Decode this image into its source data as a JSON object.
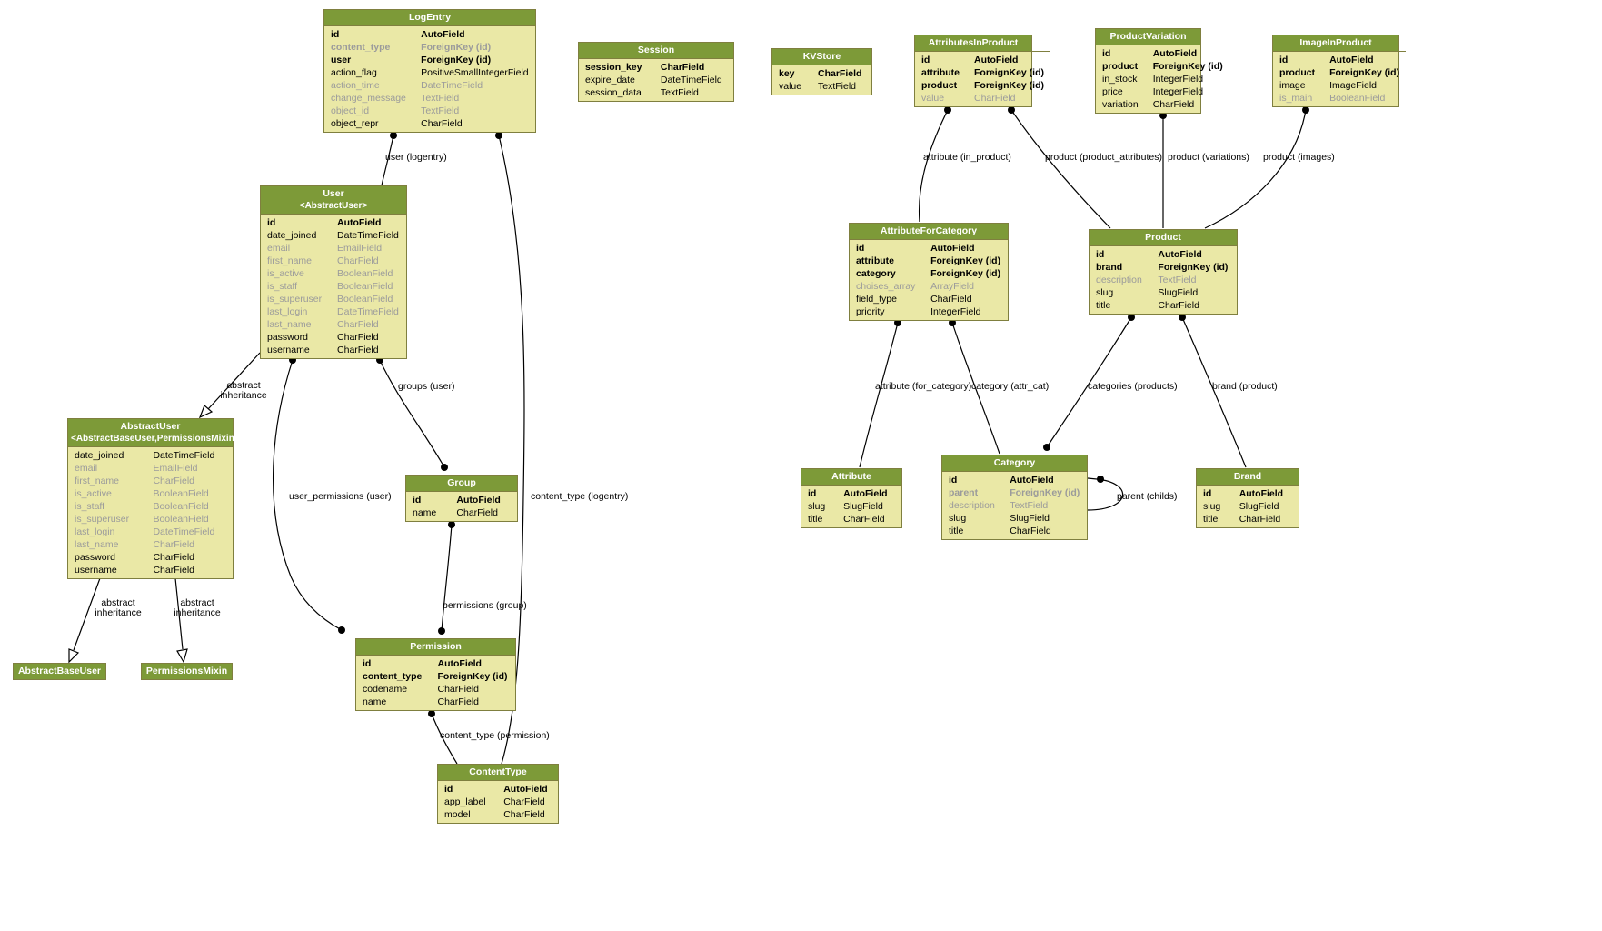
{
  "diagram": {
    "colors": {
      "header_bg": "#7d9a38",
      "body_bg": "#eae8a6",
      "border": "#7f7f3f",
      "muted_text": "#9b9b9b",
      "edge": "#000000"
    },
    "tables": [
      {
        "id": "logentry",
        "name": "LogEntry",
        "stereotype": "",
        "fields": [
          {
            "name": "id",
            "type": "AutoField",
            "style": "bold"
          },
          {
            "name": "content_type",
            "type": "ForeignKey (id)",
            "style": "boldgray"
          },
          {
            "name": "user",
            "type": "ForeignKey (id)",
            "style": "bold"
          },
          {
            "name": "action_flag",
            "type": "PositiveSmallIntegerField",
            "style": "normal"
          },
          {
            "name": "action_time",
            "type": "DateTimeField",
            "style": "gray"
          },
          {
            "name": "change_message",
            "type": "TextField",
            "style": "gray"
          },
          {
            "name": "object_id",
            "type": "TextField",
            "style": "gray"
          },
          {
            "name": "object_repr",
            "type": "CharField",
            "style": "normal"
          }
        ]
      },
      {
        "id": "session",
        "name": "Session",
        "stereotype": "",
        "fields": [
          {
            "name": "session_key",
            "type": "CharField",
            "style": "bold"
          },
          {
            "name": "expire_date",
            "type": "DateTimeField",
            "style": "normal"
          },
          {
            "name": "session_data",
            "type": "TextField",
            "style": "normal"
          }
        ]
      },
      {
        "id": "kvstore",
        "name": "KVStore",
        "stereotype": "",
        "fields": [
          {
            "name": "key",
            "type": "CharField",
            "style": "bold"
          },
          {
            "name": "value",
            "type": "TextField",
            "style": "normal"
          }
        ]
      },
      {
        "id": "attributesinproduct",
        "name": "AttributesInProduct",
        "stereotype": "",
        "fields": [
          {
            "name": "id",
            "type": "AutoField",
            "style": "bold"
          },
          {
            "name": "attribute",
            "type": "ForeignKey (id)",
            "style": "bold"
          },
          {
            "name": "product",
            "type": "ForeignKey (id)",
            "style": "bold"
          },
          {
            "name": "value",
            "type": "CharField",
            "style": "gray"
          }
        ]
      },
      {
        "id": "productvariation",
        "name": "ProductVariation",
        "stereotype": "",
        "fields": [
          {
            "name": "id",
            "type": "AutoField",
            "style": "bold"
          },
          {
            "name": "product",
            "type": "ForeignKey (id)",
            "style": "bold"
          },
          {
            "name": "in_stock",
            "type": "IntegerField",
            "style": "normal"
          },
          {
            "name": "price",
            "type": "IntegerField",
            "style": "normal"
          },
          {
            "name": "variation",
            "type": "CharField",
            "style": "normal"
          }
        ]
      },
      {
        "id": "imageinproduct",
        "name": "ImageInProduct",
        "stereotype": "",
        "fields": [
          {
            "name": "id",
            "type": "AutoField",
            "style": "bold"
          },
          {
            "name": "product",
            "type": "ForeignKey (id)",
            "style": "bold"
          },
          {
            "name": "image",
            "type": "ImageField",
            "style": "normal"
          },
          {
            "name": "is_main",
            "type": "BooleanField",
            "style": "gray"
          }
        ]
      },
      {
        "id": "user",
        "name": "User",
        "stereotype": "<AbstractUser>",
        "fields": [
          {
            "name": "id",
            "type": "AutoField",
            "style": "bold"
          },
          {
            "name": "date_joined",
            "type": "DateTimeField",
            "style": "normal"
          },
          {
            "name": "email",
            "type": "EmailField",
            "style": "gray"
          },
          {
            "name": "first_name",
            "type": "CharField",
            "style": "gray"
          },
          {
            "name": "is_active",
            "type": "BooleanField",
            "style": "gray"
          },
          {
            "name": "is_staff",
            "type": "BooleanField",
            "style": "gray"
          },
          {
            "name": "is_superuser",
            "type": "BooleanField",
            "style": "gray"
          },
          {
            "name": "last_login",
            "type": "DateTimeField",
            "style": "gray"
          },
          {
            "name": "last_name",
            "type": "CharField",
            "style": "gray"
          },
          {
            "name": "password",
            "type": "CharField",
            "style": "normal"
          },
          {
            "name": "username",
            "type": "CharField",
            "style": "normal"
          }
        ]
      },
      {
        "id": "attributeforcategory",
        "name": "AttributeForCategory",
        "stereotype": "",
        "fields": [
          {
            "name": "id",
            "type": "AutoField",
            "style": "bold"
          },
          {
            "name": "attribute",
            "type": "ForeignKey (id)",
            "style": "bold"
          },
          {
            "name": "category",
            "type": "ForeignKey (id)",
            "style": "bold"
          },
          {
            "name": "choises_array",
            "type": "ArrayField",
            "style": "gray"
          },
          {
            "name": "field_type",
            "type": "CharField",
            "style": "normal"
          },
          {
            "name": "priority",
            "type": "IntegerField",
            "style": "normal"
          }
        ]
      },
      {
        "id": "product",
        "name": "Product",
        "stereotype": "",
        "fields": [
          {
            "name": "id",
            "type": "AutoField",
            "style": "bold"
          },
          {
            "name": "brand",
            "type": "ForeignKey (id)",
            "style": "bold"
          },
          {
            "name": "description",
            "type": "TextField",
            "style": "gray"
          },
          {
            "name": "slug",
            "type": "SlugField",
            "style": "normal"
          },
          {
            "name": "title",
            "type": "CharField",
            "style": "normal"
          }
        ]
      },
      {
        "id": "abstractuser",
        "name": "AbstractUser",
        "stereotype": "<AbstractBaseUser,PermissionsMixin>",
        "fields": [
          {
            "name": "date_joined",
            "type": "DateTimeField",
            "style": "normal"
          },
          {
            "name": "email",
            "type": "EmailField",
            "style": "gray"
          },
          {
            "name": "first_name",
            "type": "CharField",
            "style": "gray"
          },
          {
            "name": "is_active",
            "type": "BooleanField",
            "style": "gray"
          },
          {
            "name": "is_staff",
            "type": "BooleanField",
            "style": "gray"
          },
          {
            "name": "is_superuser",
            "type": "BooleanField",
            "style": "gray"
          },
          {
            "name": "last_login",
            "type": "DateTimeField",
            "style": "gray"
          },
          {
            "name": "last_name",
            "type": "CharField",
            "style": "gray"
          },
          {
            "name": "password",
            "type": "CharField",
            "style": "normal"
          },
          {
            "name": "username",
            "type": "CharField",
            "style": "normal"
          }
        ]
      },
      {
        "id": "group",
        "name": "Group",
        "stereotype": "",
        "fields": [
          {
            "name": "id",
            "type": "AutoField",
            "style": "bold"
          },
          {
            "name": "name",
            "type": "CharField",
            "style": "normal"
          }
        ]
      },
      {
        "id": "attribute",
        "name": "Attribute",
        "stereotype": "",
        "fields": [
          {
            "name": "id",
            "type": "AutoField",
            "style": "bold"
          },
          {
            "name": "slug",
            "type": "SlugField",
            "style": "normal"
          },
          {
            "name": "title",
            "type": "CharField",
            "style": "normal"
          }
        ]
      },
      {
        "id": "category",
        "name": "Category",
        "stereotype": "",
        "fields": [
          {
            "name": "id",
            "type": "AutoField",
            "style": "bold"
          },
          {
            "name": "parent",
            "type": "ForeignKey (id)",
            "style": "boldgray"
          },
          {
            "name": "description",
            "type": "TextField",
            "style": "gray"
          },
          {
            "name": "slug",
            "type": "SlugField",
            "style": "normal"
          },
          {
            "name": "title",
            "type": "CharField",
            "style": "normal"
          }
        ]
      },
      {
        "id": "brand",
        "name": "Brand",
        "stereotype": "",
        "fields": [
          {
            "name": "id",
            "type": "AutoField",
            "style": "bold"
          },
          {
            "name": "slug",
            "type": "SlugField",
            "style": "normal"
          },
          {
            "name": "title",
            "type": "CharField",
            "style": "normal"
          }
        ]
      },
      {
        "id": "abstractbaseuser",
        "name": "AbstractBaseUser",
        "stereotype": "",
        "fields": []
      },
      {
        "id": "permissionsmixin",
        "name": "PermissionsMixin",
        "stereotype": "",
        "fields": []
      },
      {
        "id": "permission",
        "name": "Permission",
        "stereotype": "",
        "fields": [
          {
            "name": "id",
            "type": "AutoField",
            "style": "bold"
          },
          {
            "name": "content_type",
            "type": "ForeignKey (id)",
            "style": "bold"
          },
          {
            "name": "codename",
            "type": "CharField",
            "style": "normal"
          },
          {
            "name": "name",
            "type": "CharField",
            "style": "normal"
          }
        ]
      },
      {
        "id": "contenttype",
        "name": "ContentType",
        "stereotype": "",
        "fields": [
          {
            "name": "id",
            "type": "AutoField",
            "style": "bold"
          },
          {
            "name": "app_label",
            "type": "CharField",
            "style": "normal"
          },
          {
            "name": "model",
            "type": "CharField",
            "style": "normal"
          }
        ]
      }
    ],
    "edges": [
      {
        "id": "user-logentry",
        "from": "logentry",
        "to": "user",
        "kind": "fk",
        "label_lines": [
          "user (logentry)"
        ]
      },
      {
        "id": "contenttype-logentry",
        "from": "logentry",
        "to": "contenttype",
        "kind": "fk",
        "label_lines": [
          "content_type (logentry)"
        ]
      },
      {
        "id": "user-abstractuser",
        "from": "user",
        "to": "abstractuser",
        "kind": "inheritance",
        "label_lines": [
          "abstract",
          "inheritance"
        ]
      },
      {
        "id": "groups-user",
        "from": "user",
        "to": "group",
        "kind": "m2m",
        "label_lines": [
          "groups (user)"
        ]
      },
      {
        "id": "userpermissions-user",
        "from": "user",
        "to": "permission",
        "kind": "m2m",
        "label_lines": [
          "user_permissions (user)"
        ]
      },
      {
        "id": "permissions-group",
        "from": "group",
        "to": "permission",
        "kind": "m2m",
        "label_lines": [
          "permissions (group)"
        ]
      },
      {
        "id": "contenttype-permission",
        "from": "permission",
        "to": "contenttype",
        "kind": "fk",
        "label_lines": [
          "content_type (permission)"
        ]
      },
      {
        "id": "abstractuser-abstractbaseuser",
        "from": "abstractuser",
        "to": "abstractbaseuser",
        "kind": "inheritance",
        "label_lines": [
          "abstract",
          "inheritance"
        ]
      },
      {
        "id": "abstractuser-permissionsmixin",
        "from": "abstractuser",
        "to": "permissionsmixin",
        "kind": "inheritance",
        "label_lines": [
          "abstract",
          "inheritance"
        ]
      },
      {
        "id": "attributesinproduct-attributeforcategory",
        "from": "attributesinproduct",
        "to": "attributeforcategory",
        "kind": "fk",
        "label_lines": [
          "attribute (in_product)"
        ]
      },
      {
        "id": "attributesinproduct-product",
        "from": "attributesinproduct",
        "to": "product",
        "kind": "fk",
        "label_lines": [
          "product (product_attributes)"
        ]
      },
      {
        "id": "productvariation-product",
        "from": "productvariation",
        "to": "product",
        "kind": "fk",
        "label_lines": [
          "product (variations)"
        ]
      },
      {
        "id": "imageinproduct-product",
        "from": "imageinproduct",
        "to": "product",
        "kind": "fk",
        "label_lines": [
          "product (images)"
        ]
      },
      {
        "id": "attributeforcategory-attribute",
        "from": "attributeforcategory",
        "to": "attribute",
        "kind": "fk",
        "label_lines": [
          "attribute (for_category)"
        ]
      },
      {
        "id": "attributeforcategory-category",
        "from": "attributeforcategory",
        "to": "category",
        "kind": "fk",
        "label_lines": [
          "category (attr_cat)"
        ]
      },
      {
        "id": "product-category",
        "from": "product",
        "to": "category",
        "kind": "m2m",
        "label_lines": [
          "categories (products)"
        ]
      },
      {
        "id": "product-brand",
        "from": "product",
        "to": "brand",
        "kind": "fk",
        "label_lines": [
          "brand (product)"
        ]
      },
      {
        "id": "category-category",
        "from": "category",
        "to": "category",
        "kind": "fk",
        "label_lines": [
          "parent (childs)"
        ]
      }
    ]
  }
}
